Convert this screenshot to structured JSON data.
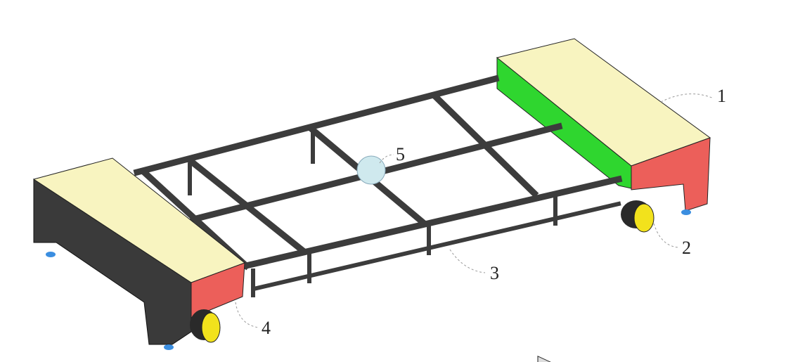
{
  "figure": {
    "labels": [
      "1",
      "2",
      "3",
      "4",
      "5"
    ],
    "colors": {
      "top": "#f8f4c0",
      "front": "#ec5f5a",
      "side_green": "#2fd62f",
      "side_dark": "#3a3a3a",
      "frame": "#3c3c3c",
      "wheel": "#f2e21c",
      "sphere": "#cfe9ee"
    }
  }
}
